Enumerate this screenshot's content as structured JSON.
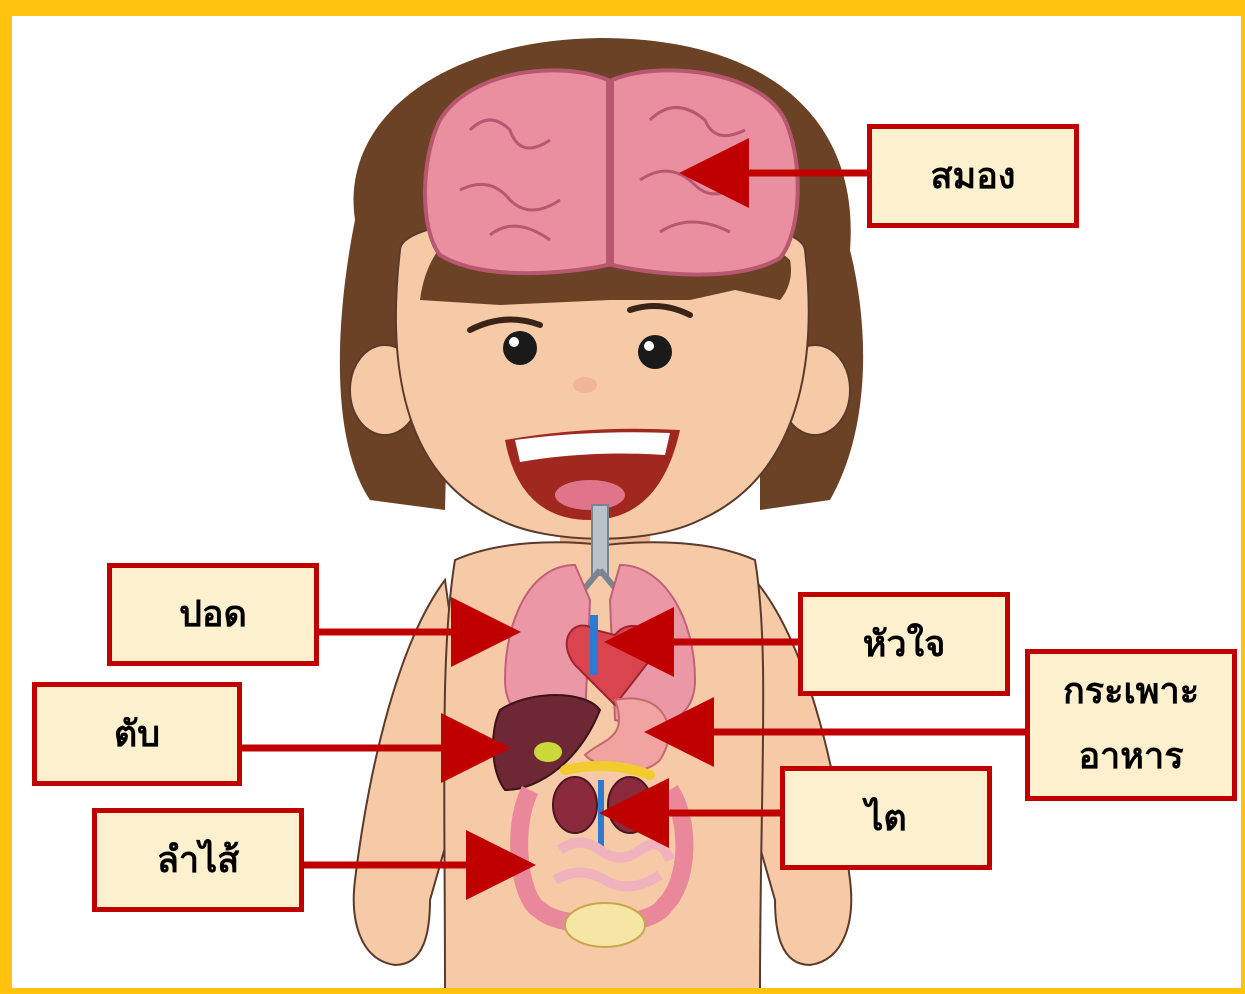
{
  "labels": {
    "brain": "สมอง",
    "lungs": "ปอด",
    "heart": "หัวใจ",
    "liver": "ตับ",
    "stomach_line1": "กระเพาะ",
    "stomach_line2": "อาหาร",
    "kidneys": "ไต",
    "intestines": "ลำไส้"
  },
  "colors": {
    "frame": "#ffc20e",
    "label_fill": "#fdf0cf",
    "label_border": "#c00000",
    "arrow": "#c00000",
    "skin": "#f6c9a7",
    "hair": "#6b4226",
    "brain": "#e98fa0"
  }
}
